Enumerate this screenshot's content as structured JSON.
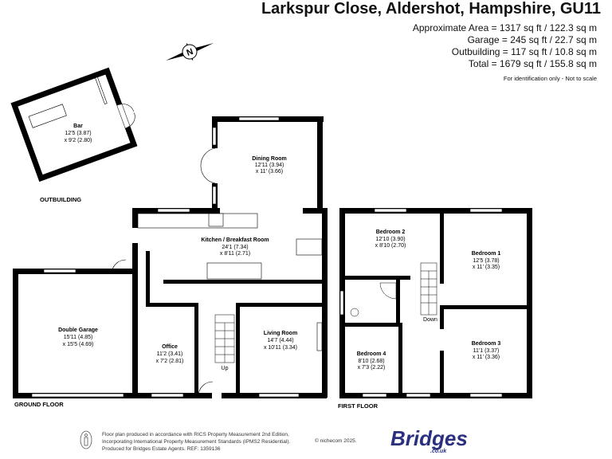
{
  "header": {
    "title": "Larkspur Close, Aldershot, Hampshire, GU11",
    "areas": [
      "Approximate Area = 1317 sq ft / 122.3 sq m",
      "Garage = 245 sq ft / 22.7 sq m",
      "Outbuilding = 117 sq ft / 10.8 sq m",
      "Total = 1679 sq ft / 155.8 sq m"
    ],
    "note": "For identification only - Not to scale"
  },
  "compass": {
    "label": "N"
  },
  "rooms": {
    "bar": {
      "name": "Bar",
      "dims": [
        "12'5 (3.87)",
        "x 9'2 (2.80)"
      ]
    },
    "dining": {
      "name": "Dining Room",
      "dims": [
        "12'11 (3.94)",
        "x 11' (3.66)"
      ]
    },
    "kitchen": {
      "name": "Kitchen / Breakfast Room",
      "dims": [
        "24'1 (7.34)",
        "x 8'11 (2.71)"
      ]
    },
    "garage": {
      "name": "Double Garage",
      "dims": [
        "15'11 (4.85)",
        "x 15'5 (4.69)"
      ]
    },
    "office": {
      "name": "Office",
      "dims": [
        "11'2 (3.41)",
        "x 7'2 (2.81)"
      ]
    },
    "living": {
      "name": "Living Room",
      "dims": [
        "14'7 (4.44)",
        "x 10'11 (3.34)"
      ]
    },
    "bed2": {
      "name": "Bedroom 2",
      "dims": [
        "12'10 (3.90)",
        "x 8'10 (2.70)"
      ]
    },
    "bed1": {
      "name": "Bedroom 1",
      "dims": [
        "12'5 (3.78)",
        "x 11' (3.35)"
      ]
    },
    "bed4": {
      "name": "Bedroom 4",
      "dims": [
        "8'10 (2.68)",
        "x 7'3 (2.22)"
      ]
    },
    "bed3": {
      "name": "Bedroom 3",
      "dims": [
        "11'1 (3.37)",
        "x 11' (3.36)"
      ]
    }
  },
  "stairs": {
    "up": "Up",
    "down": "Down"
  },
  "floors": {
    "outbuilding": "OUTBUILDING",
    "ground": "GROUND FLOOR",
    "first": "FIRST FLOOR"
  },
  "footer": {
    "lines": [
      "Floor plan produced in accordance with RICS Property Measurement 2nd Edition,",
      "Incorporating International Property Measurement Standards (IPMS2 Residential).",
      "Produced for Bridges Estate Agents.   REF: 1359136"
    ],
    "copyright": "© nichecom 2025."
  },
  "logo": {
    "name": "Bridges",
    "domain": ".co.uk",
    "color": "#2a2f7f"
  }
}
